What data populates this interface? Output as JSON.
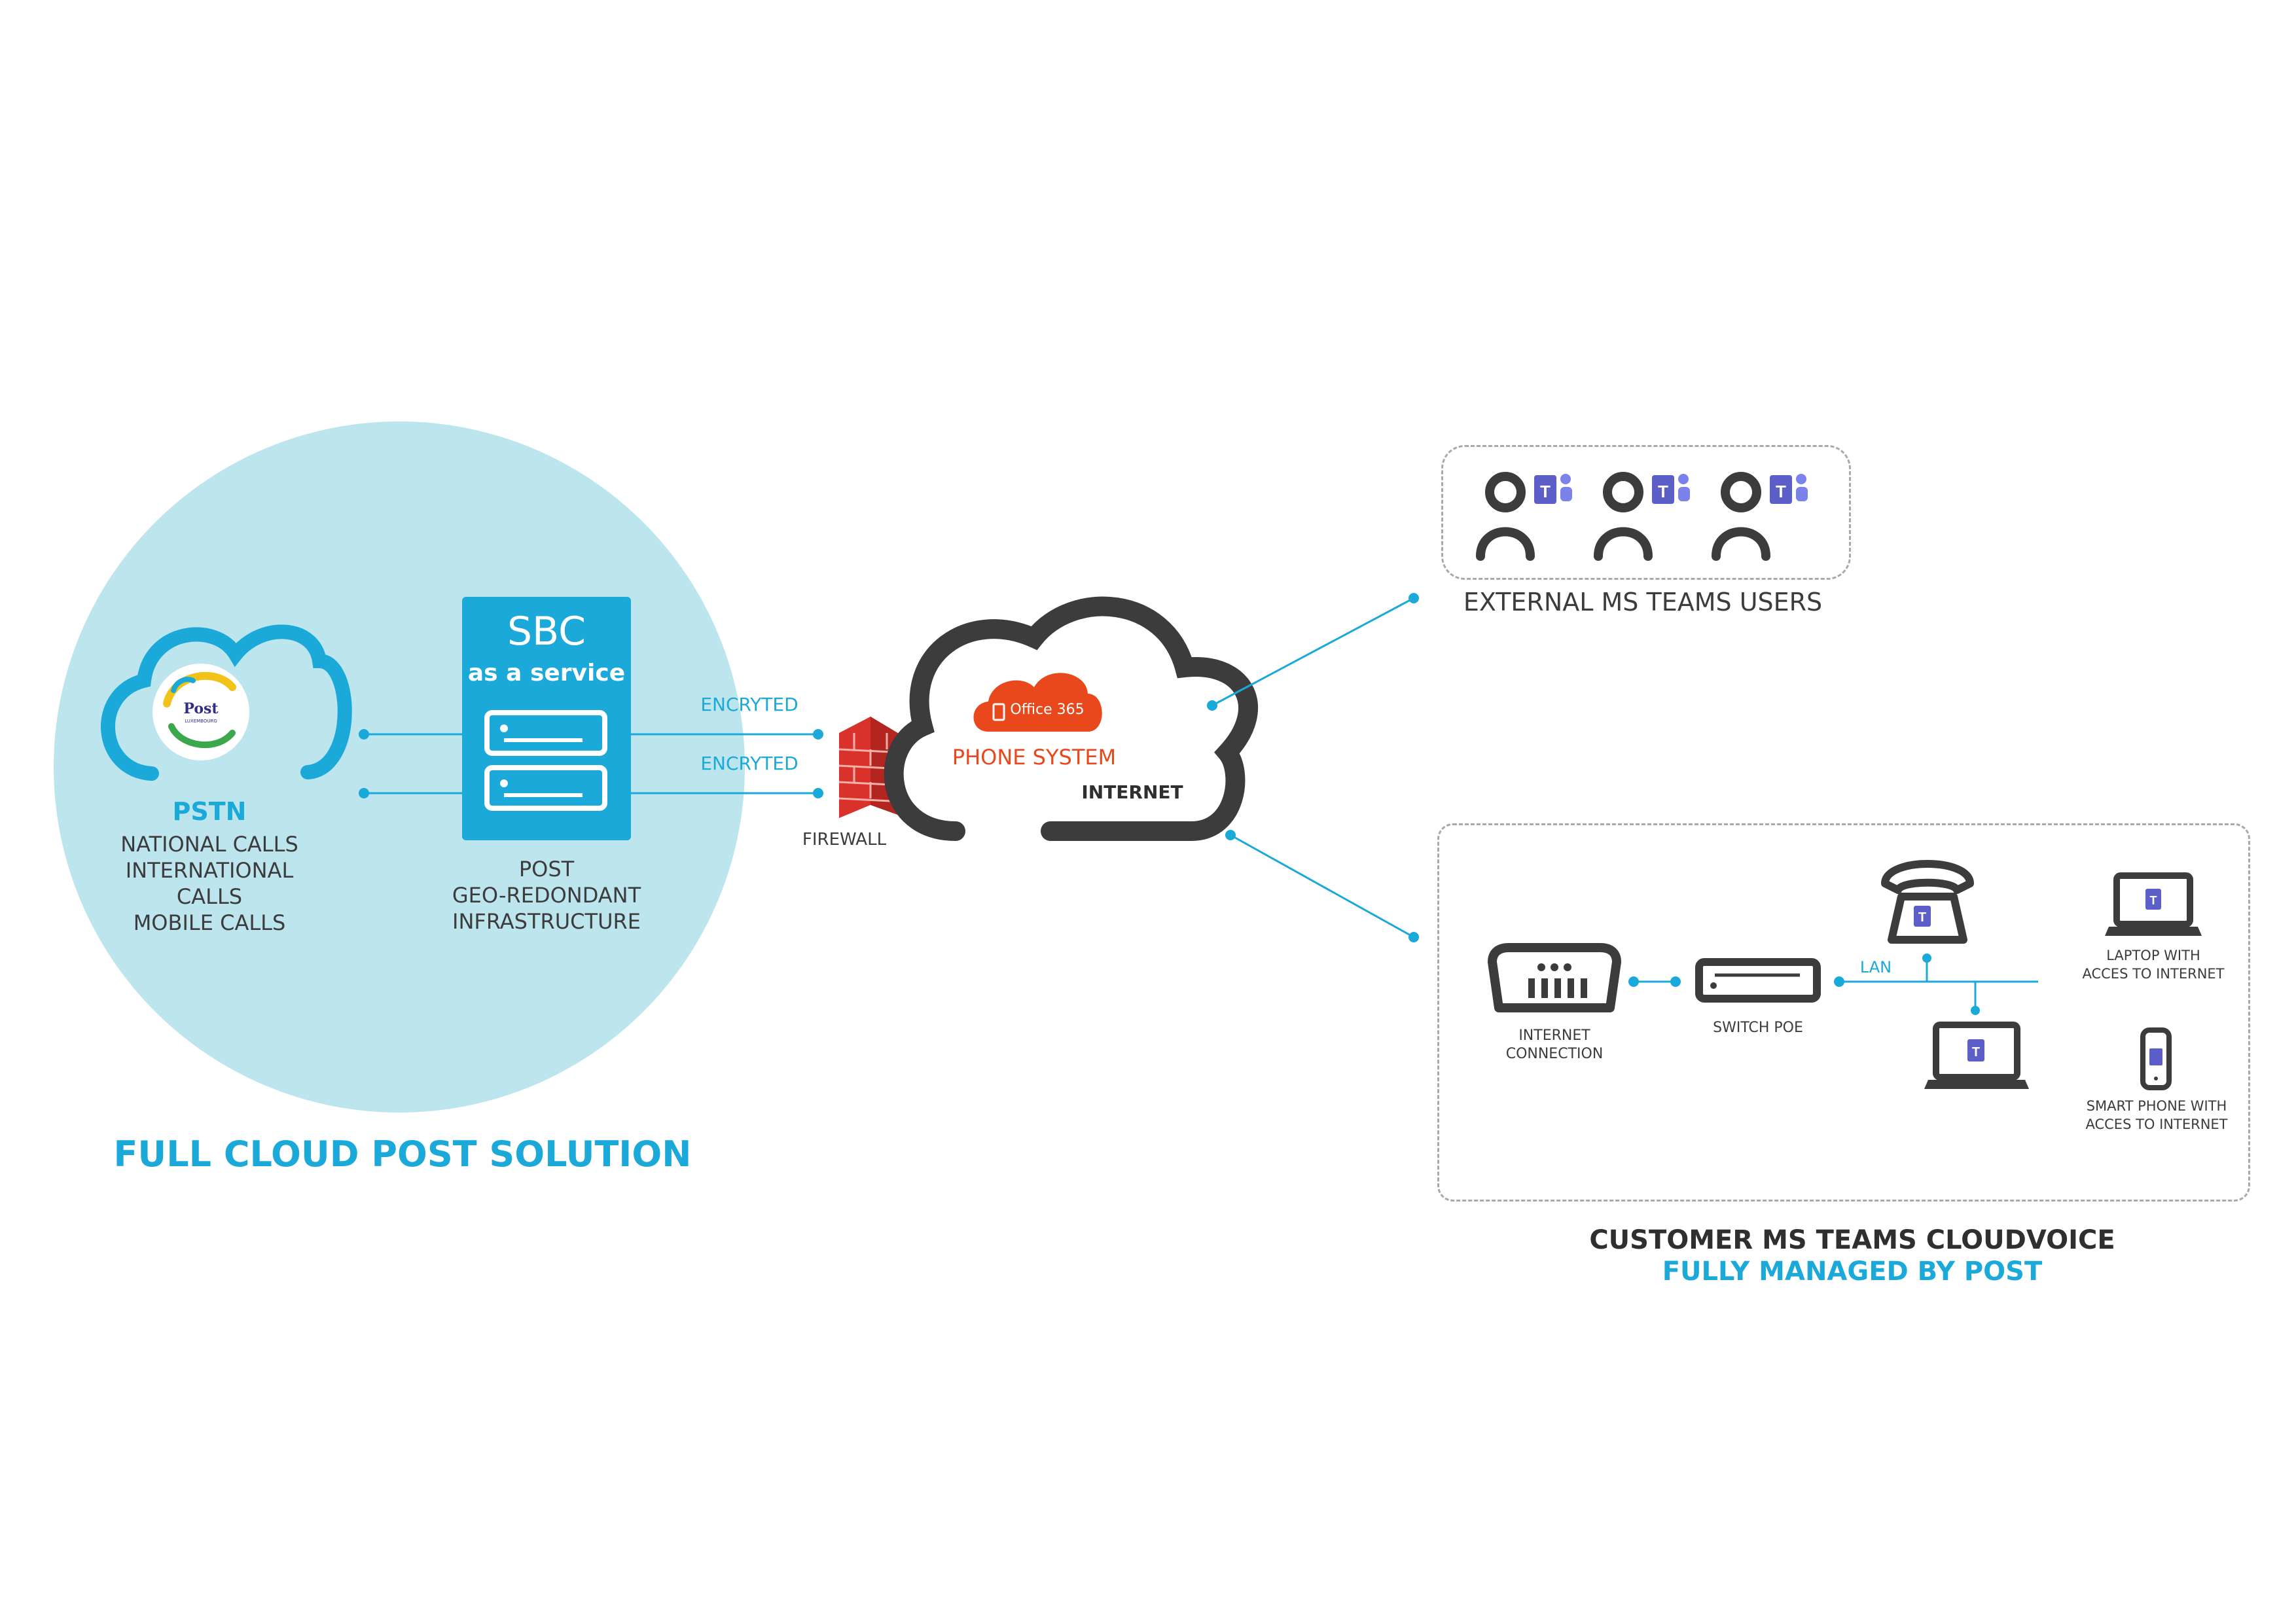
{
  "colors": {
    "cyan": "#1aa9d9",
    "light_cyan": "#bde5ee",
    "orange": "#e8481c",
    "dark": "#3c3c3c",
    "teams_purple": "#5b5fc7",
    "firewall_red": "#d9322b"
  },
  "pstn": {
    "logo_text": "Post",
    "logo_subtext": "LUXEMBOURG",
    "title": "PSTN",
    "line1": "NATIONAL CALLS",
    "line2": "INTERNATIONAL",
    "line3": "CALLS",
    "line4": "MOBILE CALLS"
  },
  "sbc": {
    "title": "SBC",
    "subtitle": "as a service",
    "caption1": "POST",
    "caption2": "GEO-REDONDANT",
    "caption3": "INFRASTRUCTURE"
  },
  "links": {
    "encrypted1": "ENCRYTED",
    "encrypted2": "ENCRYTED"
  },
  "firewall": {
    "label": "FIREWALL"
  },
  "internet_cloud": {
    "office_label": "Office 365",
    "phone_system": "PHONE SYSTEM",
    "internet": "INTERNET"
  },
  "external_users": {
    "label": "EXTERNAL MS TEAMS USERS",
    "count": 3
  },
  "customer": {
    "internet_connection_1": "INTERNET",
    "internet_connection_2": "CONNECTION",
    "switch": "SWITCH POE",
    "lan": "LAN",
    "laptop_1": "LAPTOP WITH",
    "laptop_2": "ACCES TO INTERNET",
    "phone_1": "SMART PHONE WITH",
    "phone_2": "ACCES TO INTERNET",
    "title": "CUSTOMER MS TEAMS CLOUDVOICE",
    "subtitle": "FULLY MANAGED BY POST"
  },
  "footer_left": "FULL CLOUD POST SOLUTION",
  "icons": [
    "cloud-icon",
    "post-logo-icon",
    "server-icon",
    "firewall-icon",
    "office365-icon",
    "user-icon",
    "teams-icon",
    "desk-phone-icon",
    "laptop-icon",
    "smartphone-icon",
    "router-icon",
    "switch-icon"
  ]
}
